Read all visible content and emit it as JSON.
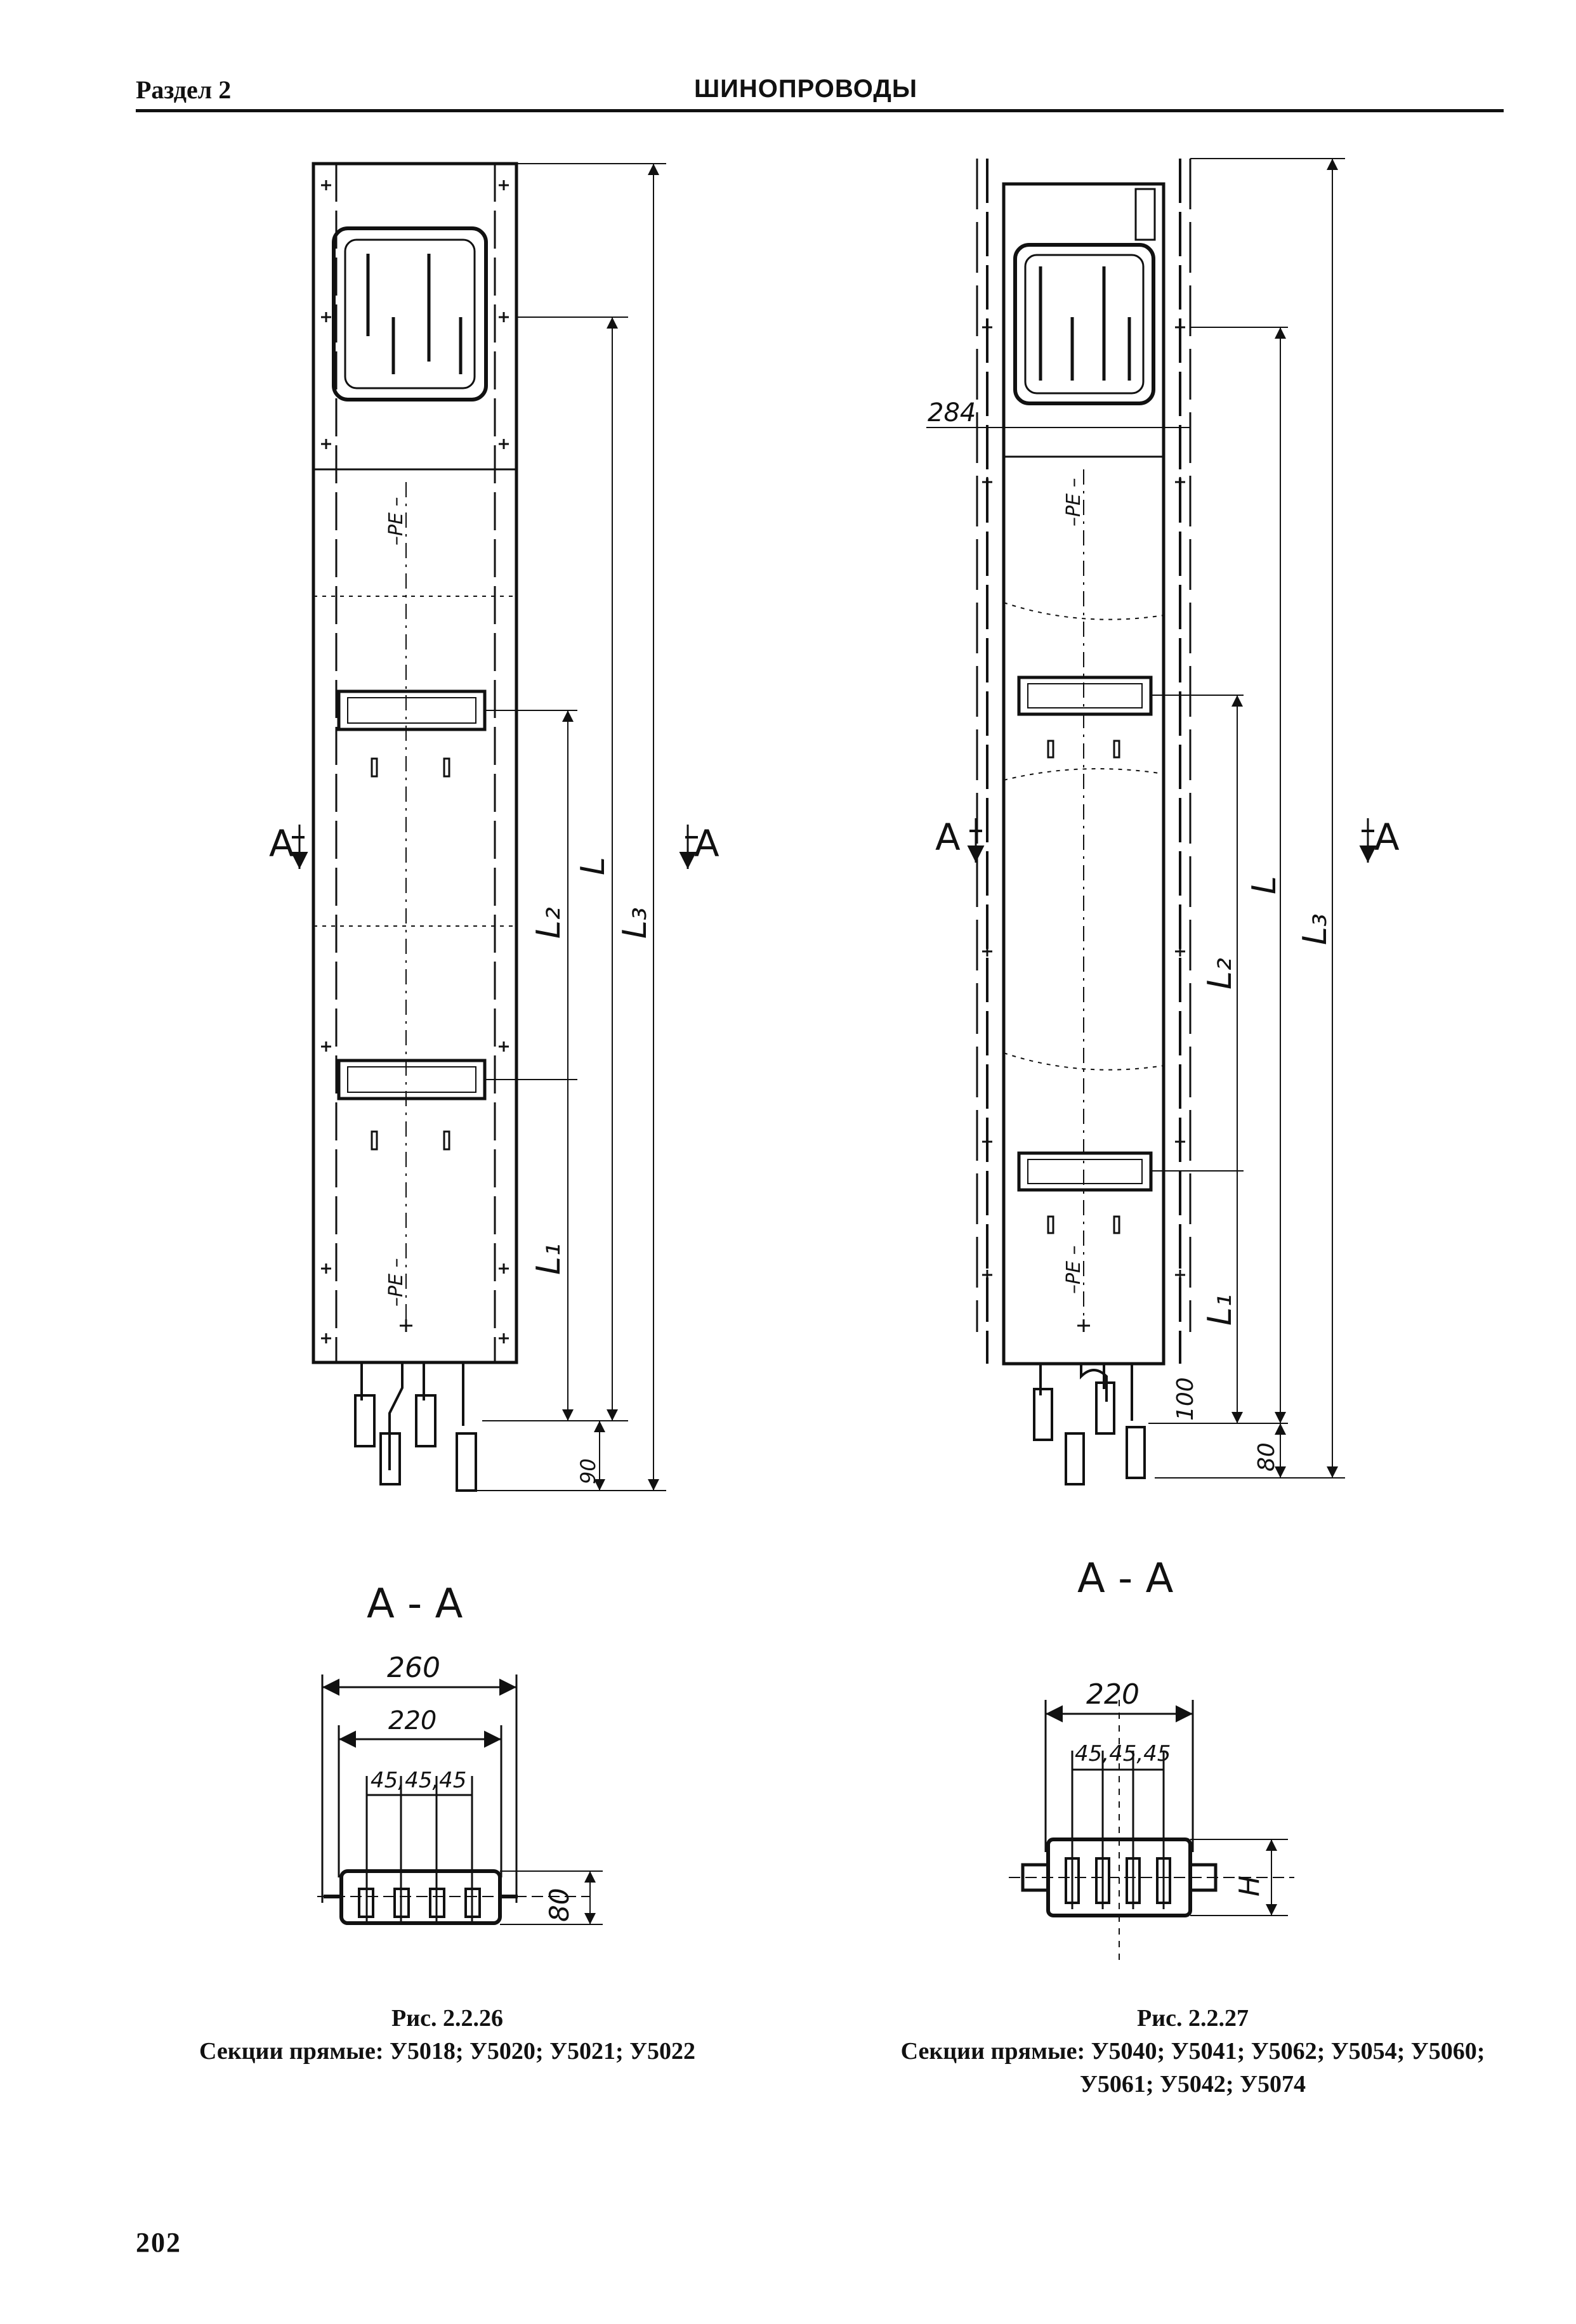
{
  "header": {
    "section": "Раздел 2",
    "title": "ШИНОПРОВОДЫ"
  },
  "page_number": "202",
  "figure_left": {
    "number": "Рис. 2.2.26",
    "caption": "Секции прямые: У5018; У5020; У5021; У5022",
    "section_title": "А - А",
    "cut_mark": "А",
    "pe_label": "–PE –",
    "dims": {
      "L": "L",
      "L1": "L₁",
      "L2": "L₂",
      "L3": "L₃",
      "d90": "90",
      "w260": "260",
      "w220": "220",
      "pitch": "45,45,45",
      "h80": "80"
    }
  },
  "figure_right": {
    "number": "Рис. 2.2.27",
    "caption_line1": "Секции прямые: У5040; У5041; У5062; У5054; У5060;",
    "caption_line2": "У5061; У5042; У5074",
    "section_title": "А - А",
    "cut_mark": "А",
    "pe_label": "–PE –",
    "dims": {
      "L": "L",
      "L1": "L₁",
      "L2": "L₂",
      "L3": "L₃",
      "d284": "284",
      "d100": "100",
      "d80": "80",
      "w220": "220",
      "pitch": "45,45,45",
      "H": "H"
    }
  }
}
